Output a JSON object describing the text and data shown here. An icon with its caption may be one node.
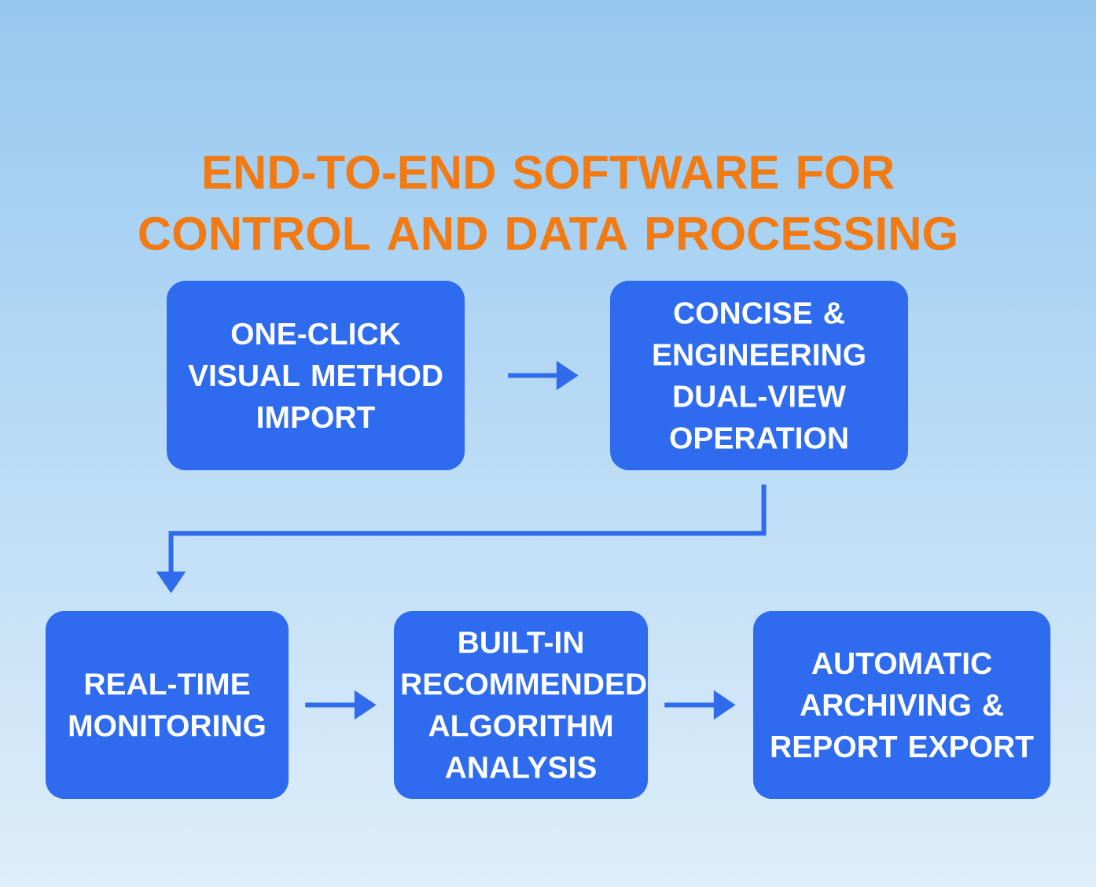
{
  "diagram": {
    "title": "END-TO-END SOFTWARE FOR CONTROL AND DATA PROCESSING",
    "nodes": [
      {
        "text": [
          "ONE-CLICK VISUAL METHOD IMPORT"
        ]
      },
      {
        "text": [
          "CONCISE & ENGINEERING DUAL-VIEW OPERATION"
        ]
      },
      {
        "text": [
          "REAL-TIME MONITORING"
        ]
      },
      {
        "text": [
          "BUILT-IN RECOMMENDED ALGORITHM ANALYSIS"
        ]
      },
      {
        "text": [
          "AUTOMATIC ARCHIVING & REPORT EXPORT"
        ]
      }
    ],
    "edges": [
      {
        "from": 0,
        "to": 1,
        "arrow": "to"
      },
      {
        "from": 1,
        "to": 2,
        "arrow": "to"
      },
      {
        "from": 2,
        "to": 3,
        "arrow": "to"
      },
      {
        "from": 3,
        "to": 4,
        "arrow": "to"
      }
    ]
  }
}
